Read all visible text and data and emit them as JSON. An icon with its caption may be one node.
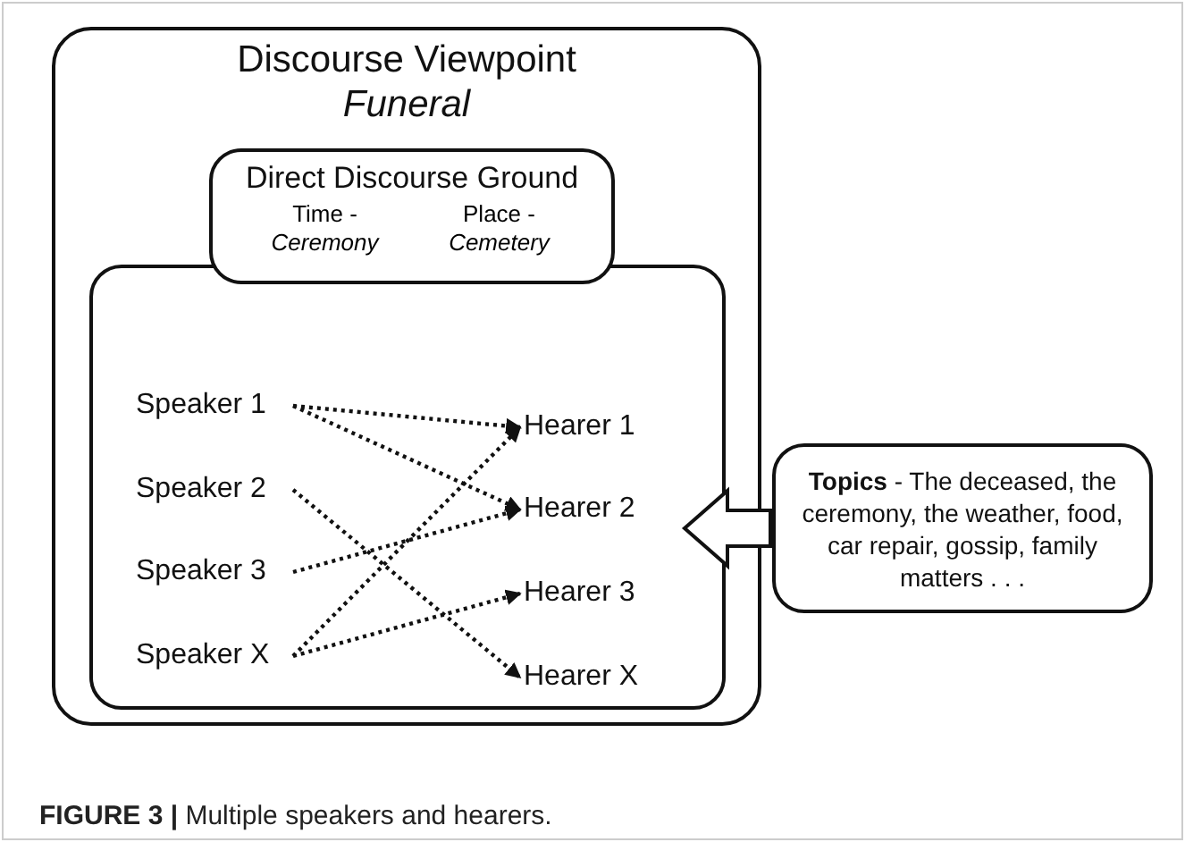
{
  "diagram": {
    "caption": "**FIGURE 3 |** Multiple speakers and hearers.",
    "nodes": [
      {
        "text": [
          "Discourse Viewpoint",
          "Funeral"
        ]
      },
      {
        "text": [
          "Direct Discourse Ground",
          "Time - *Ceremony*",
          "Place - *Cemetery*"
        ],
        "in": 0
      },
      {
        "text": [],
        "shape": "box",
        "in": 0
      },
      {
        "text": [
          "Speaker 1"
        ],
        "in": 2
      },
      {
        "text": [
          "Speaker 2"
        ],
        "in": 2
      },
      {
        "text": [
          "Speaker 3"
        ],
        "in": 2
      },
      {
        "text": [
          "Speaker X"
        ],
        "in": 2
      },
      {
        "text": [
          "Hearer 1"
        ],
        "in": 2
      },
      {
        "text": [
          "Hearer 2"
        ],
        "in": 2
      },
      {
        "text": [
          "Hearer 3"
        ],
        "in": 2
      },
      {
        "text": [
          "Hearer X"
        ],
        "in": 2
      },
      {
        "text": [
          "**Topics** - The deceased, the ceremony, the weather, food, car repair, gossip, family matters . . ."
        ]
      }
    ],
    "edges": [
      {
        "from": 3,
        "to": 7,
        "arrow": "to",
        "style": "dashed"
      },
      {
        "from": 3,
        "to": 8,
        "arrow": "to",
        "style": "dashed"
      },
      {
        "from": 4,
        "to": 10,
        "arrow": "to",
        "style": "dashed"
      },
      {
        "from": 5,
        "to": 8,
        "arrow": "to",
        "style": "dashed"
      },
      {
        "from": 6,
        "to": 7,
        "arrow": "to",
        "style": "dashed"
      },
      {
        "from": 6,
        "to": 9,
        "arrow": "to",
        "style": "dashed"
      },
      {
        "from": 11,
        "to": 8,
        "arrow": "to",
        "style": "thick"
      }
    ]
  }
}
